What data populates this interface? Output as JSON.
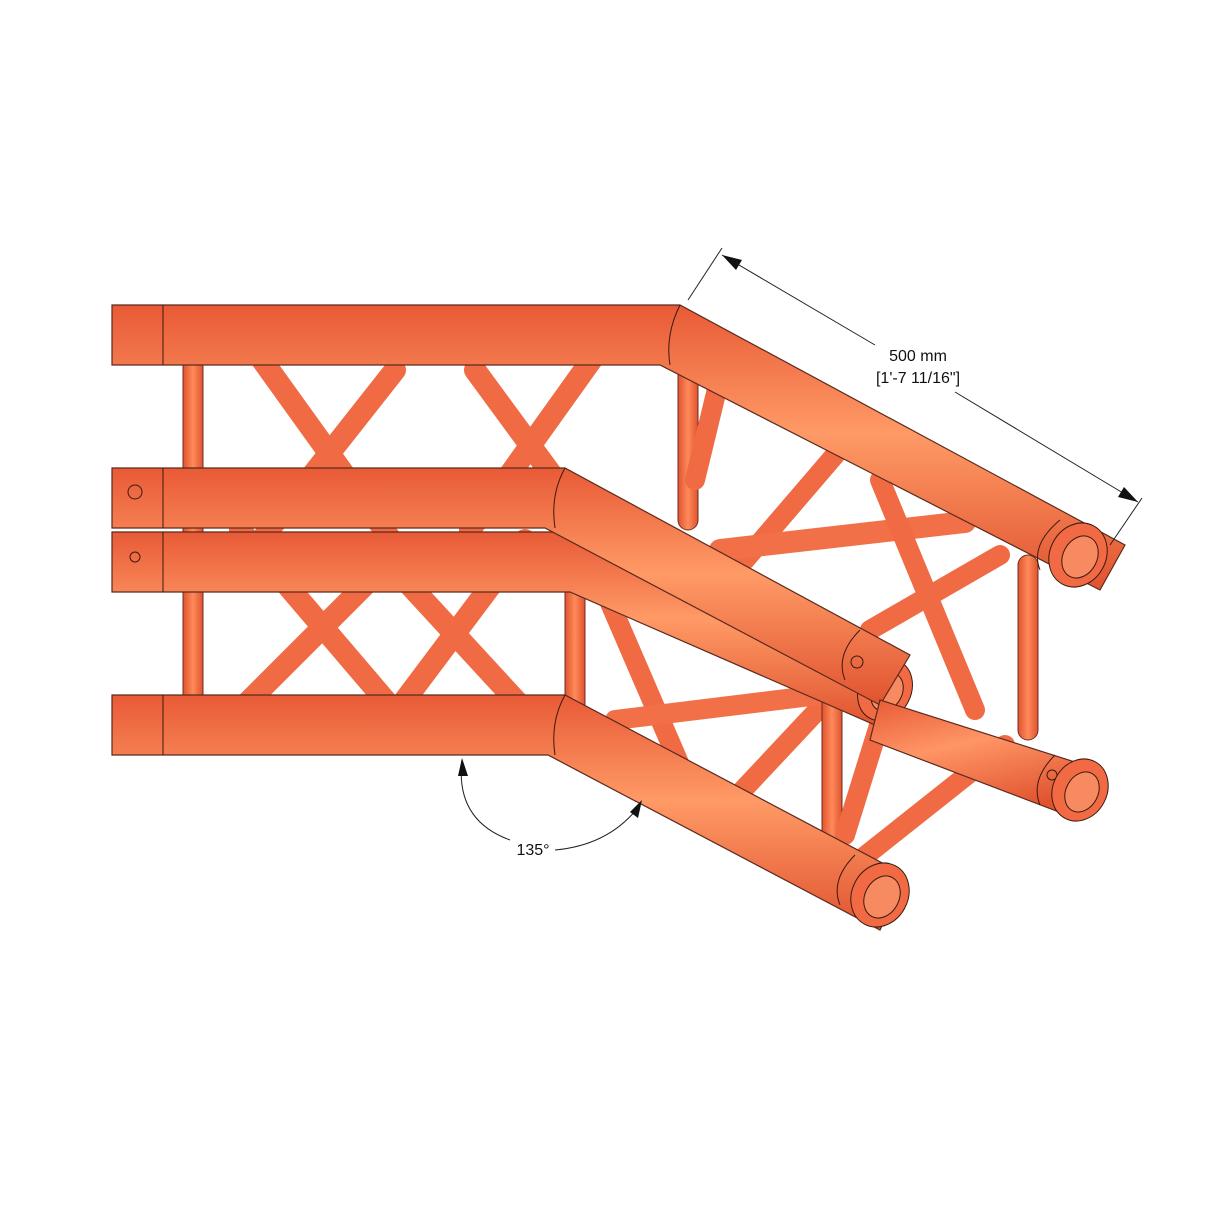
{
  "figure": {
    "subject": "Square truss 2-way corner, 135 degree",
    "colors": {
      "truss_main": "#f26a44",
      "truss_highlight": "#ff9a66",
      "truss_shadow": "#d9502d",
      "outline": "#5a2a1e",
      "dimension_line": "#222222",
      "background": "#ffffff"
    }
  },
  "dimensions": {
    "length_label": "500 mm",
    "length_imperial": "[1'-7 11/16\"]",
    "angle_label": "135°"
  }
}
